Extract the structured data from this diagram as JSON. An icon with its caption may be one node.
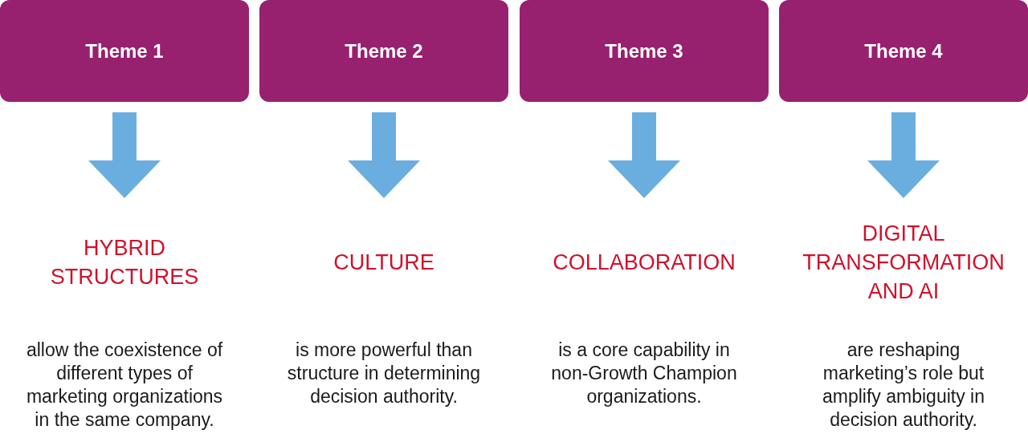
{
  "diagram": {
    "nodes": [
      {
        "text": [
          "Theme 1"
        ]
      },
      {
        "text": [
          "Theme 2"
        ]
      },
      {
        "text": [
          "Theme 3"
        ]
      },
      {
        "text": [
          "Theme 4"
        ]
      },
      {
        "text": [
          "HYBRID STRUCTURES",
          "allow the coexistence of different types of marketing organizations in the same company."
        ]
      },
      {
        "text": [
          "CULTURE",
          "is more powerful than structure in determining decision authority."
        ]
      },
      {
        "text": [
          "COLLABORATION",
          "is a core capability in non-Growth Champion organizations."
        ]
      },
      {
        "text": [
          "DIGITAL TRANSFORMATION AND AI",
          "are reshaping marketing’s role but amplify ambiguity in decision authority."
        ]
      }
    ],
    "edges": [
      {
        "from": 0,
        "to": 4,
        "arrow": "to"
      },
      {
        "from": 1,
        "to": 5,
        "arrow": "to"
      },
      {
        "from": 2,
        "to": 6,
        "arrow": "to"
      },
      {
        "from": 3,
        "to": 7,
        "arrow": "to"
      }
    ]
  }
}
